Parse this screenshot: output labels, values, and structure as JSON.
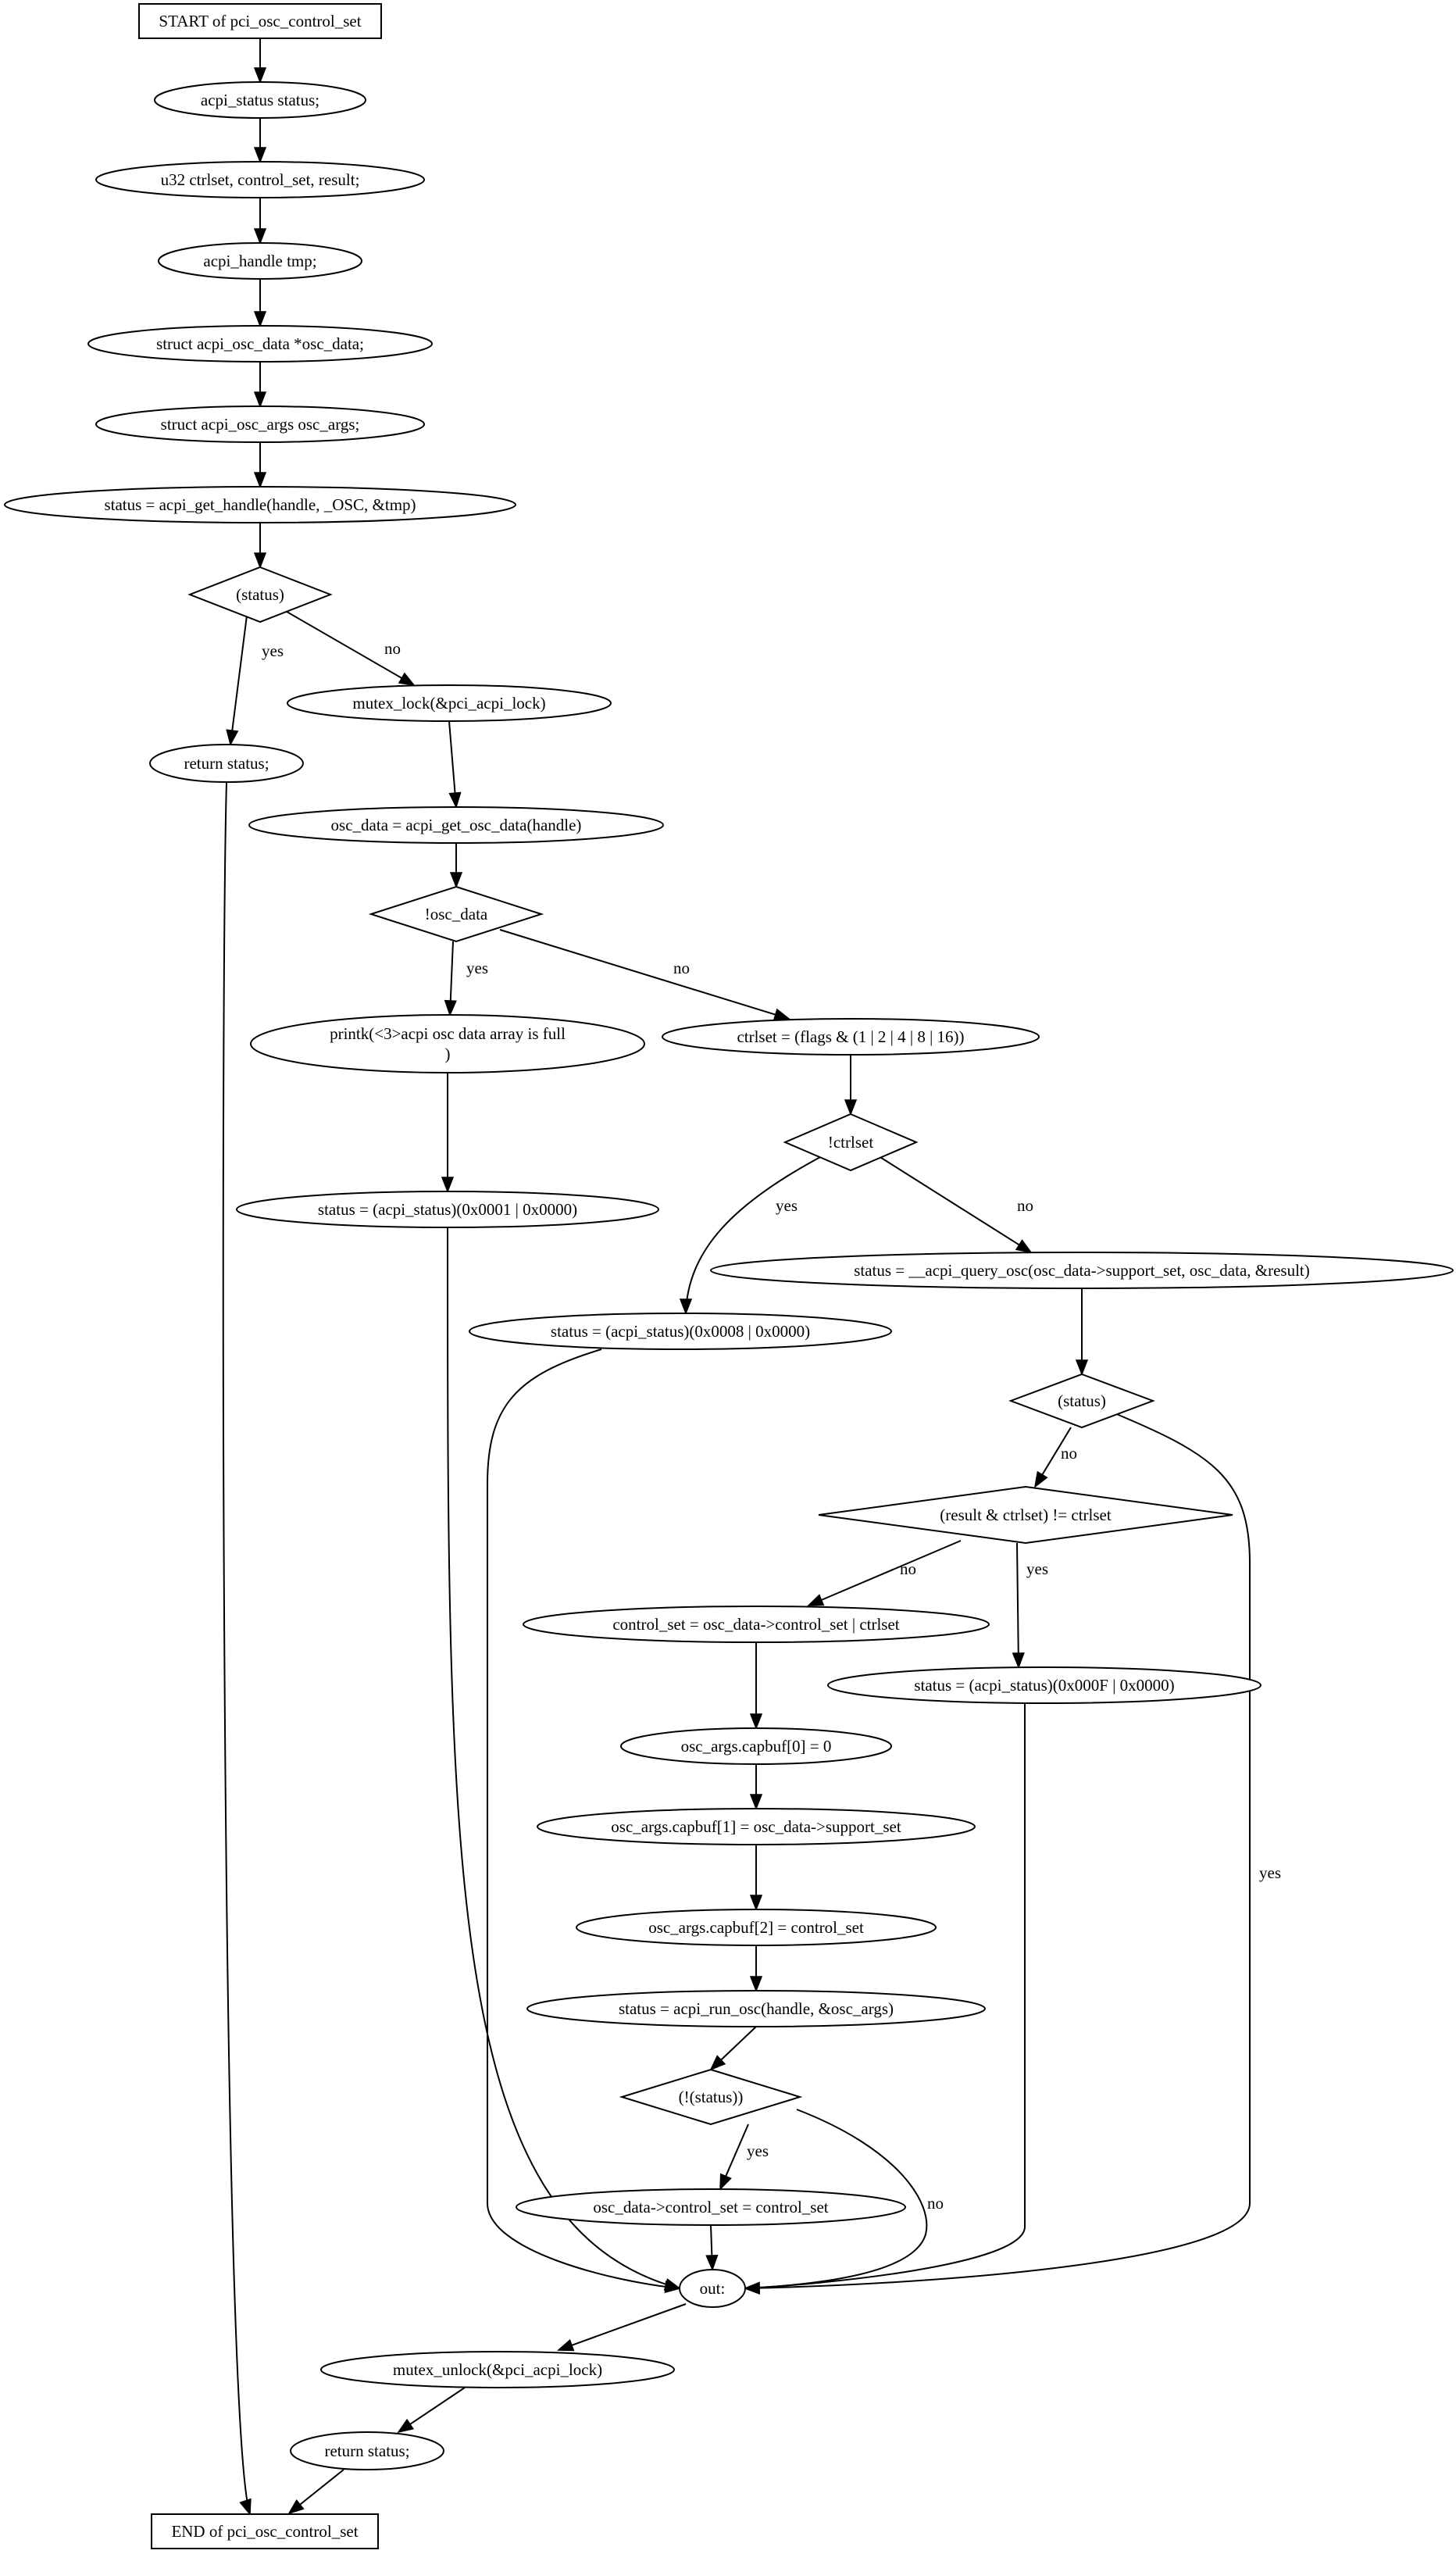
{
  "diagram": {
    "nodes": [
      {
        "id": "n_start",
        "shape": "box",
        "lines": [
          "START of pci_osc_control_set"
        ]
      },
      {
        "id": "n1",
        "shape": "ellipse",
        "lines": [
          "acpi_status status;"
        ]
      },
      {
        "id": "n2",
        "shape": "ellipse",
        "lines": [
          "u32 ctrlset, control_set, result;"
        ]
      },
      {
        "id": "n3",
        "shape": "ellipse",
        "lines": [
          "acpi_handle tmp;"
        ]
      },
      {
        "id": "n4",
        "shape": "ellipse",
        "lines": [
          "struct acpi_osc_data *osc_data;"
        ]
      },
      {
        "id": "n5",
        "shape": "ellipse",
        "lines": [
          "struct acpi_osc_args osc_args;"
        ]
      },
      {
        "id": "n6",
        "shape": "ellipse",
        "lines": [
          "status = acpi_get_handle(handle, _OSC, &tmp)"
        ]
      },
      {
        "id": "d1",
        "shape": "diamond",
        "lines": [
          "(status)"
        ]
      },
      {
        "id": "n7",
        "shape": "ellipse",
        "lines": [
          "return status;"
        ]
      },
      {
        "id": "n8",
        "shape": "ellipse",
        "fill": "#add8e6",
        "lines": [
          "mutex_lock(&pci_acpi_lock)"
        ]
      },
      {
        "id": "n9",
        "shape": "ellipse",
        "lines": [
          "osc_data = acpi_get_osc_data(handle)"
        ]
      },
      {
        "id": "d2",
        "shape": "diamond",
        "lines": [
          "!osc_data"
        ]
      },
      {
        "id": "n10",
        "shape": "ellipse",
        "lines": [
          "printk(<3>acpi osc data array is full",
          ")"
        ]
      },
      {
        "id": "n11",
        "shape": "ellipse",
        "lines": [
          "ctrlset = (flags & (1 | 2 | 4 | 8 | 16))"
        ]
      },
      {
        "id": "n12",
        "shape": "ellipse",
        "lines": [
          "status = (acpi_status)(0x0001 | 0x0000)"
        ]
      },
      {
        "id": "d3",
        "shape": "diamond",
        "lines": [
          "!ctrlset"
        ]
      },
      {
        "id": "n13",
        "shape": "ellipse",
        "lines": [
          "status = __acpi_query_osc(osc_data->support_set, osc_data, &result)"
        ]
      },
      {
        "id": "n14",
        "shape": "ellipse",
        "lines": [
          "status = (acpi_status)(0x0008 | 0x0000)"
        ]
      },
      {
        "id": "d4",
        "shape": "diamond",
        "lines": [
          "(status)"
        ]
      },
      {
        "id": "d5",
        "shape": "diamond",
        "lines": [
          "(result & ctrlset) != ctrlset"
        ]
      },
      {
        "id": "n15",
        "shape": "ellipse",
        "lines": [
          "control_set = osc_data->control_set | ctrlset"
        ]
      },
      {
        "id": "n16",
        "shape": "ellipse",
        "lines": [
          "status = (acpi_status)(0x000F | 0x0000)"
        ]
      },
      {
        "id": "n17",
        "shape": "ellipse",
        "lines": [
          "osc_args.capbuf[0] = 0"
        ]
      },
      {
        "id": "n18",
        "shape": "ellipse",
        "lines": [
          "osc_args.capbuf[1] = osc_data->support_set"
        ]
      },
      {
        "id": "n19",
        "shape": "ellipse",
        "lines": [
          "osc_args.capbuf[2] = control_set"
        ]
      },
      {
        "id": "n20",
        "shape": "ellipse",
        "lines": [
          "status = acpi_run_osc(handle, &osc_args)"
        ]
      },
      {
        "id": "d6",
        "shape": "diamond",
        "lines": [
          "(!(status))"
        ]
      },
      {
        "id": "n21",
        "shape": "ellipse",
        "lines": [
          "osc_data->control_set = control_set"
        ]
      },
      {
        "id": "n_out",
        "shape": "ellipse",
        "lines": [
          "out:"
        ]
      },
      {
        "id": "n22",
        "shape": "ellipse",
        "fill": "#ffff00",
        "lines": [
          "mutex_unlock(&pci_acpi_lock)"
        ]
      },
      {
        "id": "n23",
        "shape": "ellipse",
        "lines": [
          "return status;"
        ]
      },
      {
        "id": "n_end",
        "shape": "box",
        "lines": [
          "END of pci_osc_control_set"
        ]
      }
    ],
    "edges": [
      {
        "from": "n_start",
        "to": "n1",
        "label": ""
      },
      {
        "from": "n1",
        "to": "n2",
        "label": ""
      },
      {
        "from": "n2",
        "to": "n3",
        "label": ""
      },
      {
        "from": "n3",
        "to": "n4",
        "label": ""
      },
      {
        "from": "n4",
        "to": "n5",
        "label": ""
      },
      {
        "from": "n5",
        "to": "n6",
        "label": ""
      },
      {
        "from": "n6",
        "to": "d1",
        "label": ""
      },
      {
        "from": "d1",
        "to": "n7",
        "label": "yes"
      },
      {
        "from": "d1",
        "to": "n8",
        "label": "no"
      },
      {
        "from": "n7",
        "to": "n_end",
        "label": ""
      },
      {
        "from": "n8",
        "to": "n9",
        "label": ""
      },
      {
        "from": "n9",
        "to": "d2",
        "label": ""
      },
      {
        "from": "d2",
        "to": "n10",
        "label": "yes"
      },
      {
        "from": "d2",
        "to": "n11",
        "label": "no"
      },
      {
        "from": "n10",
        "to": "n12",
        "label": ""
      },
      {
        "from": "n12",
        "to": "n_out",
        "label": ""
      },
      {
        "from": "n11",
        "to": "d3",
        "label": ""
      },
      {
        "from": "d3",
        "to": "n14",
        "label": "yes"
      },
      {
        "from": "d3",
        "to": "n13",
        "label": "no"
      },
      {
        "from": "n14",
        "to": "n_out",
        "label": ""
      },
      {
        "from": "n13",
        "to": "d4",
        "label": ""
      },
      {
        "from": "d4",
        "to": "d5",
        "label": "no"
      },
      {
        "from": "d4",
        "to": "n_out",
        "label": "yes"
      },
      {
        "from": "d5",
        "to": "n15",
        "label": "no"
      },
      {
        "from": "d5",
        "to": "n16",
        "label": "yes"
      },
      {
        "from": "n16",
        "to": "n_out",
        "label": ""
      },
      {
        "from": "n15",
        "to": "n17",
        "label": ""
      },
      {
        "from": "n17",
        "to": "n18",
        "label": ""
      },
      {
        "from": "n18",
        "to": "n19",
        "label": ""
      },
      {
        "from": "n19",
        "to": "n20",
        "label": ""
      },
      {
        "from": "n20",
        "to": "d6",
        "label": ""
      },
      {
        "from": "d6",
        "to": "n21",
        "label": "yes"
      },
      {
        "from": "d6",
        "to": "n_out",
        "label": "no"
      },
      {
        "from": "n21",
        "to": "n_out",
        "label": ""
      },
      {
        "from": "n_out",
        "to": "n22",
        "label": ""
      },
      {
        "from": "n22",
        "to": "n23",
        "label": ""
      },
      {
        "from": "n23",
        "to": "n_end",
        "label": ""
      }
    ]
  }
}
